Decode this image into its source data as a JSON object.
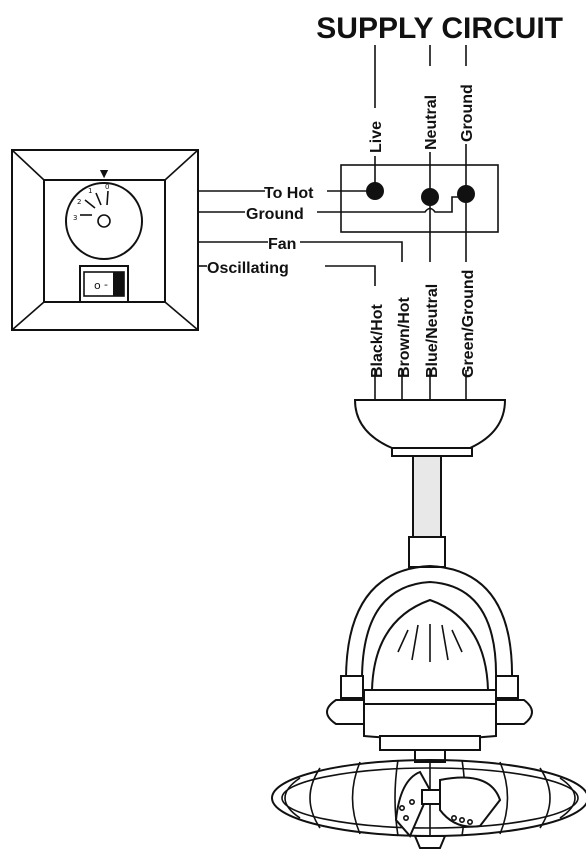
{
  "title": "SUPPLY CIRCUIT",
  "supply_terminals": [
    "Live",
    "Neutral",
    "Ground"
  ],
  "control_connections": [
    "To Hot",
    "Ground",
    "Fan",
    "Oscillating"
  ],
  "fan_wires": [
    "Black/Hot",
    "Brown/Hot",
    "Blue/Neutral",
    "Green/Ground"
  ],
  "dial_marks": [
    "3",
    "2",
    "1",
    "0"
  ],
  "switch_marks": [
    "o",
    "-"
  ],
  "pointer": "▼"
}
